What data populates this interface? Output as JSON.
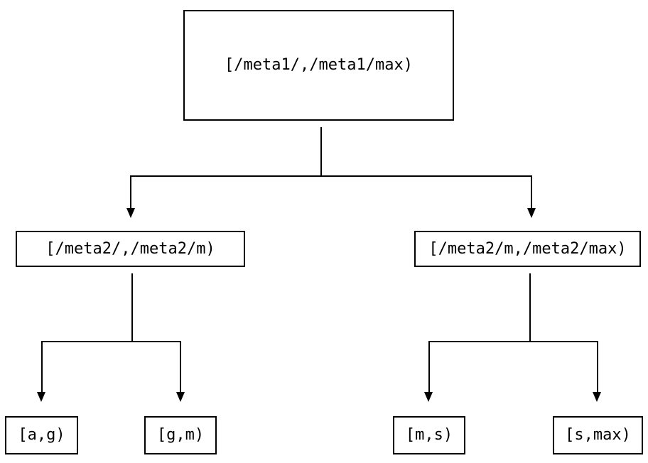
{
  "diagram": {
    "type": "tree",
    "colors": {
      "background": "#ffffff",
      "line": "#000000",
      "node_border": "#000000",
      "text": "#000000"
    },
    "nodes": {
      "root": {
        "label": "[/meta1/,/meta1/max)"
      },
      "left": {
        "label": "[/meta2/,/meta2/m)"
      },
      "right": {
        "label": "[/meta2/m,/meta2/max)"
      },
      "leaf_ag": {
        "label": "[a,g)"
      },
      "leaf_gm": {
        "label": "[g,m)"
      },
      "leaf_ms": {
        "label": "[m,s)"
      },
      "leaf_smax": {
        "label": "[s,max)"
      }
    },
    "edges": [
      {
        "from": "root",
        "to": "left"
      },
      {
        "from": "root",
        "to": "right"
      },
      {
        "from": "left",
        "to": "leaf_ag"
      },
      {
        "from": "left",
        "to": "leaf_gm"
      },
      {
        "from": "right",
        "to": "leaf_ms"
      },
      {
        "from": "right",
        "to": "leaf_smax"
      }
    ]
  }
}
